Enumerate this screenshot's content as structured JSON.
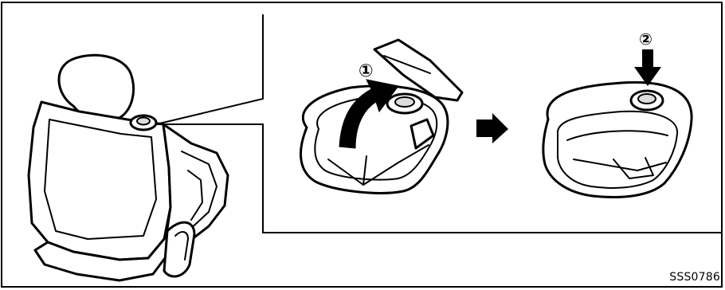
{
  "figure": {
    "step1_marker": "①",
    "step2_marker": "②",
    "reference_code": "SSS0786"
  }
}
